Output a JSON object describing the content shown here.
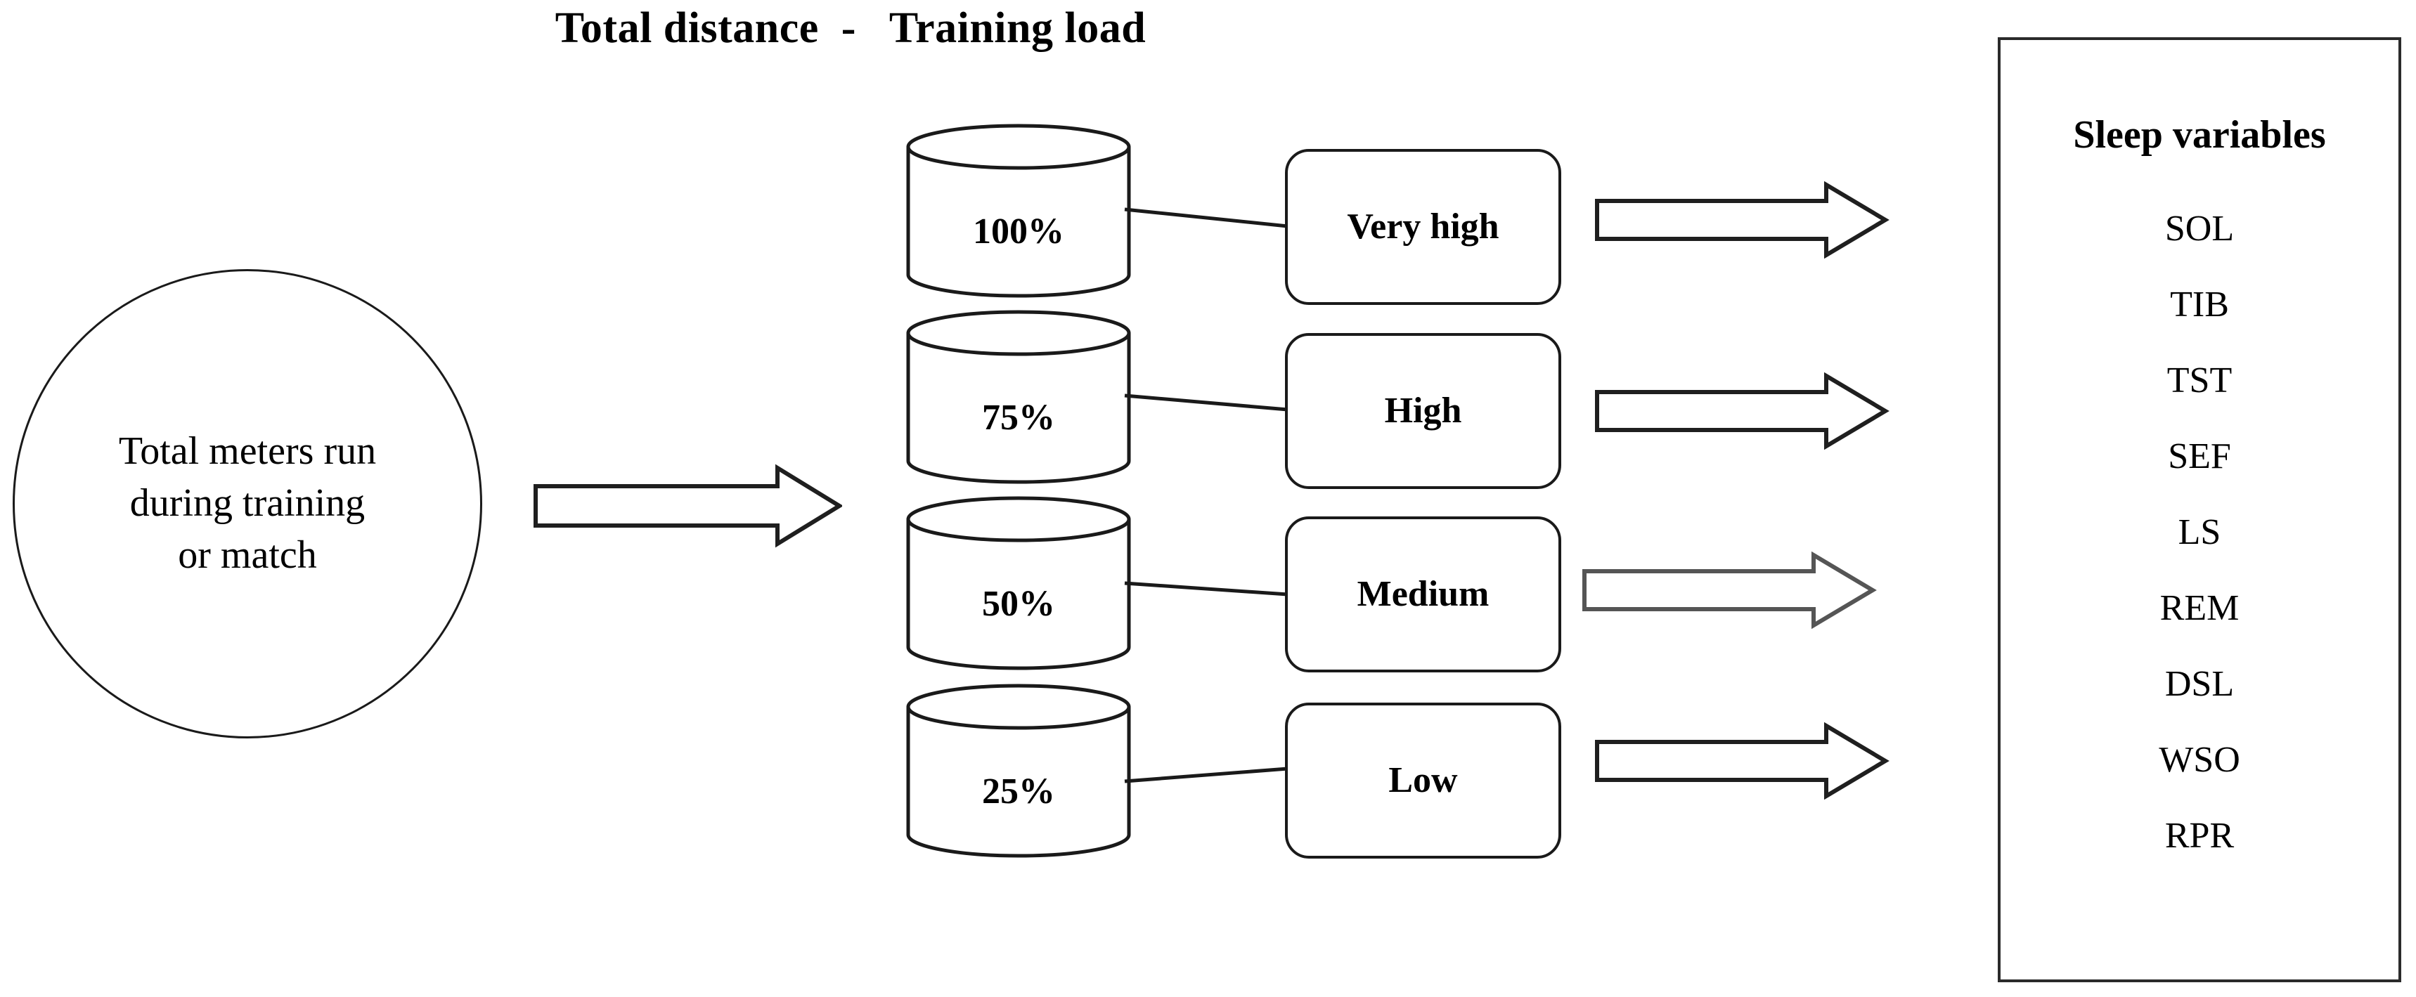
{
  "title": "Total distance  -   Training load",
  "source": {
    "label": "Total meters run\nduring training\nor match",
    "shape": "circle"
  },
  "flow_arrow_main": {
    "icon": "right-block-arrow"
  },
  "load_levels": [
    {
      "percent": "100%",
      "label": "Very high",
      "arrow_icon": "right-block-arrow"
    },
    {
      "percent": "75%",
      "label": "High",
      "arrow_icon": "right-block-arrow"
    },
    {
      "percent": "50%",
      "label": "Medium",
      "arrow_icon": "right-block-arrow"
    },
    {
      "percent": "25%",
      "label": "Low",
      "arrow_icon": "right-block-arrow"
    }
  ],
  "sleep_panel": {
    "title": "Sleep variables",
    "variables": [
      "SOL",
      "TIB",
      "TST",
      "SEF",
      "LS",
      "REM",
      "DSL",
      "WSO",
      "RPR"
    ]
  },
  "colors": {
    "stroke": "#1a1a1a",
    "panel_stroke": "#2b2b2b",
    "arrow_stroke_dark": "#1f1f1f",
    "arrow_stroke_light": "#555555",
    "background": "#ffffff",
    "text": "#000000"
  }
}
